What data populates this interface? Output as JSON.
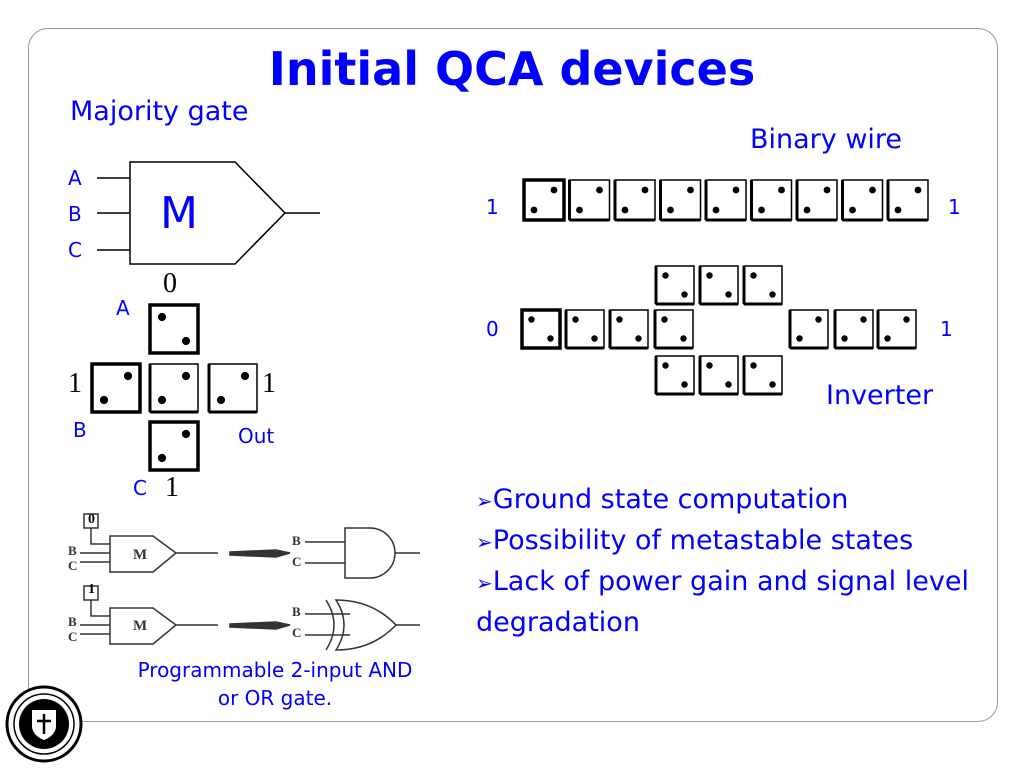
{
  "slide": {
    "title": "Initial QCA devices",
    "majority_heading": "Majority gate",
    "binary_wire_heading": "Binary wire",
    "inverter_heading": "Inverter"
  },
  "majority_symbol": {
    "input_a": "A",
    "input_b": "B",
    "input_c": "C",
    "gate_label": "M"
  },
  "majority_cells": {
    "top_value": "0",
    "left_value": "1",
    "right_value": "1",
    "bottom_value": "1",
    "label_a": "A",
    "label_b": "B",
    "label_c": "C",
    "label_out": "Out"
  },
  "binary_wire": {
    "left_value": "1",
    "right_value": "1"
  },
  "inverter": {
    "left_value": "0",
    "right_value": "1"
  },
  "programmable": {
    "and_control": "0",
    "or_control": "1",
    "b": "B",
    "c": "C",
    "m": "M",
    "caption": "Programmable 2-input AND or OR gate."
  },
  "bullets": [
    "Ground state computation",
    "Possibility of metastable states",
    "Lack of power gain and signal level degradation"
  ],
  "bullet_marker": "➢",
  "colors": {
    "accent": "#0000ff",
    "line": "#000000",
    "frame": "#9a9a9a"
  }
}
